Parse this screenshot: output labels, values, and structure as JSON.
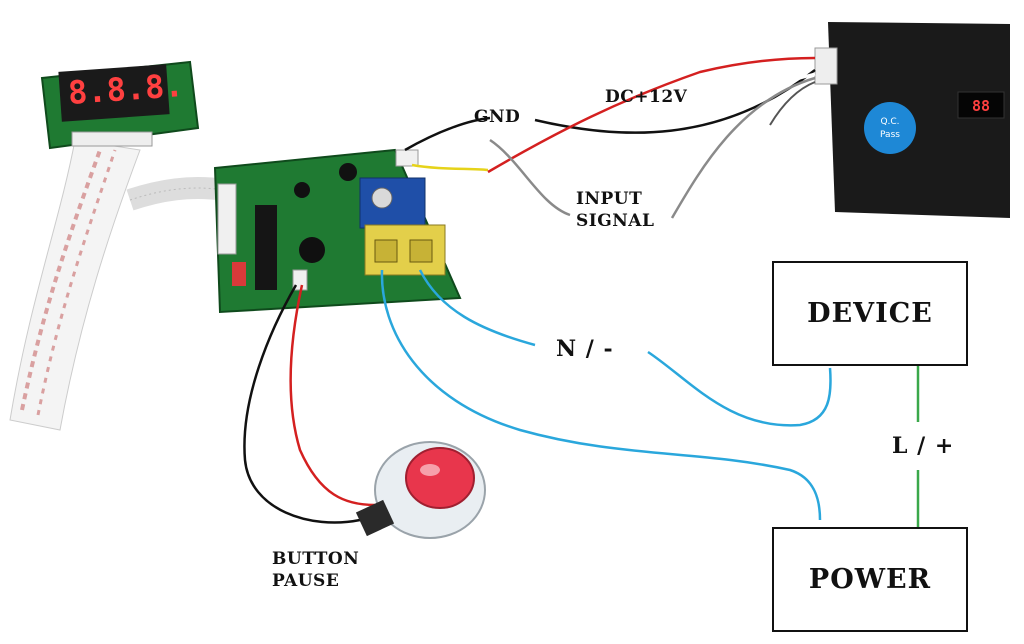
{
  "labels": {
    "gnd": "GND",
    "dc12v": "DC+12V",
    "input_signal": [
      "INPUT",
      "SIGNAL"
    ],
    "neutral": "N / -",
    "live": "L / +",
    "button_pause": [
      "BUTTON",
      "PAUSE"
    ]
  },
  "boxes": {
    "device": "DEVICE",
    "power": "POWER"
  },
  "display": {
    "module_digits": "8.8.8.",
    "acceptor_digits": "88"
  },
  "acceptor_sticker": [
    "Q.C.",
    "Pass"
  ],
  "colors": {
    "wire_blue": "#2aa7dc",
    "wire_green": "#3aa84a",
    "wire_red": "#d42020",
    "wire_black": "#111111",
    "wire_gray": "#8a8a8a",
    "wire_yellow": "#e6d31a",
    "pcb_green": "#1f7a32",
    "button_red": "#e8364c"
  }
}
